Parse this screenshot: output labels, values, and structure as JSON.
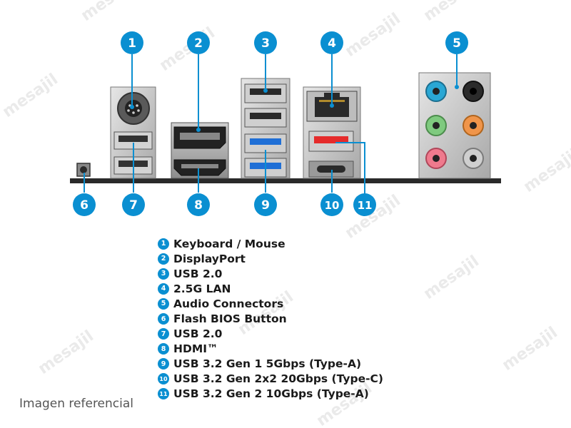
{
  "diagram": {
    "brand_color": "#0a8fd1",
    "callouts": [
      "1",
      "2",
      "3",
      "4",
      "5",
      "6",
      "7",
      "8",
      "9",
      "10",
      "11"
    ],
    "watermark": "mesajil",
    "legend": [
      {
        "num": "1",
        "label": "Keyboard / Mouse"
      },
      {
        "num": "2",
        "label": "DisplayPort"
      },
      {
        "num": "3",
        "label": "USB 2.0"
      },
      {
        "num": "4",
        "label": "2.5G LAN"
      },
      {
        "num": "5",
        "label": "Audio Connectors"
      },
      {
        "num": "6",
        "label": "Flash BIOS Button"
      },
      {
        "num": "7",
        "label": "USB 2.0"
      },
      {
        "num": "8",
        "label": "HDMI™"
      },
      {
        "num": "9",
        "label": "USB 3.2 Gen 1 5Gbps (Type-A)"
      },
      {
        "num": "10",
        "label": "USB 3.2 Gen 2x2 20Gbps (Type-C)"
      },
      {
        "num": "11",
        "label": "USB 3.2 Gen 2 10Gbps (Type-A)"
      }
    ],
    "caption": "Imagen referencial"
  }
}
